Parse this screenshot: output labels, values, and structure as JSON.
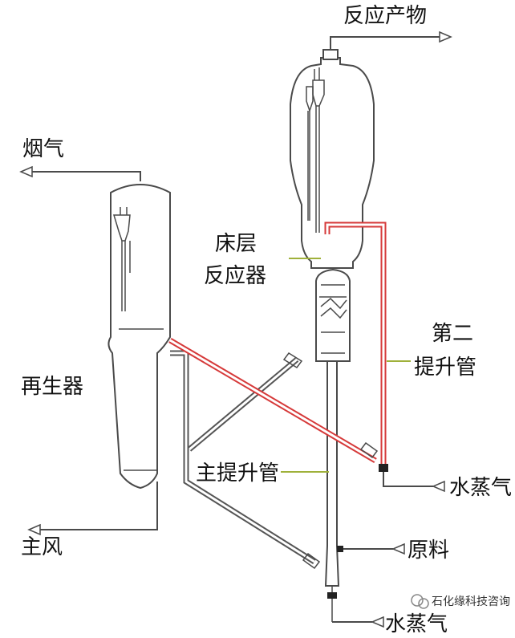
{
  "labels": {
    "reaction_products": "反应产物",
    "flue_gas": "烟气",
    "bed_reactor_line1": "床层",
    "bed_reactor_line2": "反应器",
    "second_riser_line1": "第二",
    "second_riser_line2": "提升管",
    "regenerator": "再生器",
    "main_riser": "主提升管",
    "steam_upper": "水蒸气",
    "main_air": "主风",
    "feedstock": "原料",
    "steam_lower": "水蒸气"
  },
  "watermark": "石化缘科技咨询",
  "colors": {
    "outline": "#4a4a4a",
    "second_riser_pipe": "#d63a3a",
    "leader_line": "#9fb13a",
    "background": "#ffffff"
  }
}
